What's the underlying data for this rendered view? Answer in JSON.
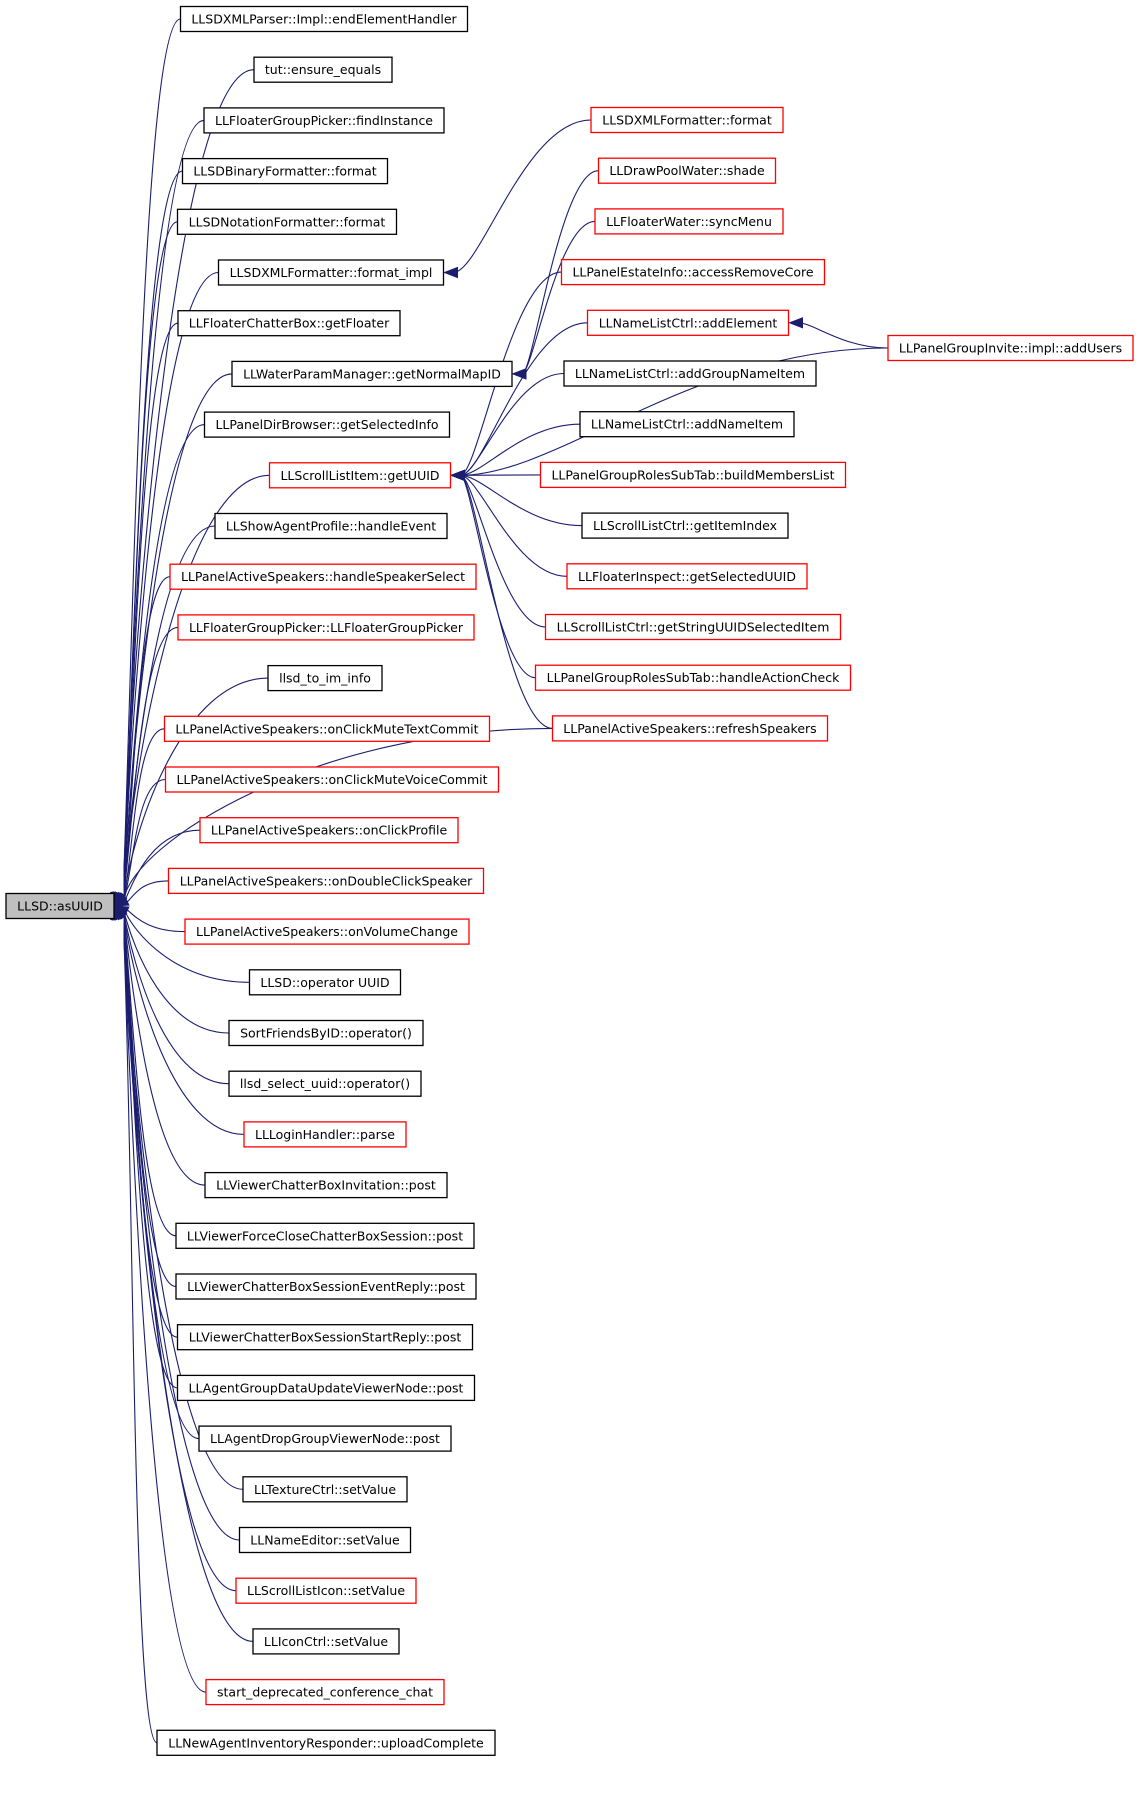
{
  "colors": {
    "edge": "#1b1e6e",
    "border_default": "#000000",
    "border_highlight": "#ff0000",
    "root_fill": "#bfbfbf",
    "node_fill": "#ffffff"
  },
  "nodes": [
    {
      "id": "root",
      "label": "LLSD::asUUID",
      "border": "black",
      "root": true
    },
    {
      "id": "n01",
      "label": "LLSDXMLParser::Impl::endElementHandler",
      "border": "black"
    },
    {
      "id": "n02",
      "label": "tut::ensure_equals",
      "border": "black"
    },
    {
      "id": "n03",
      "label": "LLFloaterGroupPicker::findInstance",
      "border": "black"
    },
    {
      "id": "n04",
      "label": "LLSDBinaryFormatter::format",
      "border": "black"
    },
    {
      "id": "n05",
      "label": "LLSDNotationFormatter::format",
      "border": "black"
    },
    {
      "id": "n06",
      "label": "LLSDXMLFormatter::format_impl",
      "border": "black"
    },
    {
      "id": "n07",
      "label": "LLFloaterChatterBox::getFloater",
      "border": "black"
    },
    {
      "id": "n08",
      "label": "LLWaterParamManager::getNormalMapID",
      "border": "black"
    },
    {
      "id": "n09",
      "label": "LLPanelDirBrowser::getSelectedInfo",
      "border": "black"
    },
    {
      "id": "n10",
      "label": "LLScrollListItem::getUUID",
      "border": "red"
    },
    {
      "id": "n11",
      "label": "LLShowAgentProfile::handleEvent",
      "border": "black"
    },
    {
      "id": "n12",
      "label": "LLPanelActiveSpeakers::handleSpeakerSelect",
      "border": "red"
    },
    {
      "id": "n13",
      "label": "LLFloaterGroupPicker::LLFloaterGroupPicker",
      "border": "red"
    },
    {
      "id": "n14",
      "label": "llsd_to_im_info",
      "border": "black"
    },
    {
      "id": "n15",
      "label": "LLPanelActiveSpeakers::onClickMuteTextCommit",
      "border": "red"
    },
    {
      "id": "n16",
      "label": "LLPanelActiveSpeakers::onClickMuteVoiceCommit",
      "border": "red"
    },
    {
      "id": "n17",
      "label": "LLPanelActiveSpeakers::onClickProfile",
      "border": "red"
    },
    {
      "id": "n18",
      "label": "LLPanelActiveSpeakers::onDoubleClickSpeaker",
      "border": "red"
    },
    {
      "id": "n19",
      "label": "LLPanelActiveSpeakers::onVolumeChange",
      "border": "red"
    },
    {
      "id": "n20",
      "label": "LLSD::operator UUID",
      "border": "black"
    },
    {
      "id": "n21",
      "label": "SortFriendsByID::operator()",
      "border": "black"
    },
    {
      "id": "n22",
      "label": "llsd_select_uuid::operator()",
      "border": "black"
    },
    {
      "id": "n23",
      "label": "LLLoginHandler::parse",
      "border": "red"
    },
    {
      "id": "n24",
      "label": "LLViewerChatterBoxInvitation::post",
      "border": "black"
    },
    {
      "id": "n25",
      "label": "LLViewerForceCloseChatterBoxSession::post",
      "border": "black"
    },
    {
      "id": "n26",
      "label": "LLViewerChatterBoxSessionEventReply::post",
      "border": "black"
    },
    {
      "id": "n27",
      "label": "LLViewerChatterBoxSessionStartReply::post",
      "border": "black"
    },
    {
      "id": "n28",
      "label": "LLAgentGroupDataUpdateViewerNode::post",
      "border": "black"
    },
    {
      "id": "n29",
      "label": "LLAgentDropGroupViewerNode::post",
      "border": "black"
    },
    {
      "id": "n30",
      "label": "LLTextureCtrl::setValue",
      "border": "black"
    },
    {
      "id": "n31",
      "label": "LLNameEditor::setValue",
      "border": "black"
    },
    {
      "id": "n32",
      "label": "LLScrollListIcon::setValue",
      "border": "red"
    },
    {
      "id": "n33",
      "label": "LLIconCtrl::setValue",
      "border": "black"
    },
    {
      "id": "n34",
      "label": "start_deprecated_conference_chat",
      "border": "red"
    },
    {
      "id": "n35",
      "label": "LLNewAgentInventoryResponder::uploadComplete",
      "border": "black"
    },
    {
      "id": "m01",
      "label": "LLSDXMLFormatter::format",
      "border": "red"
    },
    {
      "id": "m02",
      "label": "LLDrawPoolWater::shade",
      "border": "red"
    },
    {
      "id": "m03",
      "label": "LLFloaterWater::syncMenu",
      "border": "red"
    },
    {
      "id": "m04",
      "label": "LLPanelEstateInfo::accessRemoveCore",
      "border": "red"
    },
    {
      "id": "m05",
      "label": "LLNameListCtrl::addElement",
      "border": "red"
    },
    {
      "id": "m06",
      "label": "LLNameListCtrl::addGroupNameItem",
      "border": "black"
    },
    {
      "id": "m07",
      "label": "LLNameListCtrl::addNameItem",
      "border": "black"
    },
    {
      "id": "m08",
      "label": "LLPanelGroupRolesSubTab::buildMembersList",
      "border": "red"
    },
    {
      "id": "m09",
      "label": "LLScrollListCtrl::getItemIndex",
      "border": "black"
    },
    {
      "id": "m10",
      "label": "LLFloaterInspect::getSelectedUUID",
      "border": "red"
    },
    {
      "id": "m11",
      "label": "LLScrollListCtrl::getStringUUIDSelectedItem",
      "border": "red"
    },
    {
      "id": "m12",
      "label": "LLPanelGroupRolesSubTab::handleActionCheck",
      "border": "red"
    },
    {
      "id": "m13",
      "label": "LLPanelActiveSpeakers::refreshSpeakers",
      "border": "red"
    },
    {
      "id": "r01",
      "label": "LLPanelGroupInvite::impl::addUsers",
      "border": "red"
    }
  ],
  "edges": [
    {
      "from": "n01",
      "to": "root"
    },
    {
      "from": "n02",
      "to": "root"
    },
    {
      "from": "n03",
      "to": "root"
    },
    {
      "from": "n04",
      "to": "root"
    },
    {
      "from": "n05",
      "to": "root"
    },
    {
      "from": "n06",
      "to": "root"
    },
    {
      "from": "n07",
      "to": "root"
    },
    {
      "from": "n08",
      "to": "root"
    },
    {
      "from": "n09",
      "to": "root"
    },
    {
      "from": "n10",
      "to": "root"
    },
    {
      "from": "n11",
      "to": "root"
    },
    {
      "from": "n12",
      "to": "root"
    },
    {
      "from": "n13",
      "to": "root"
    },
    {
      "from": "n14",
      "to": "root"
    },
    {
      "from": "n15",
      "to": "root"
    },
    {
      "from": "n16",
      "to": "root"
    },
    {
      "from": "n17",
      "to": "root"
    },
    {
      "from": "n18",
      "to": "root"
    },
    {
      "from": "n19",
      "to": "root"
    },
    {
      "from": "n20",
      "to": "root"
    },
    {
      "from": "n21",
      "to": "root"
    },
    {
      "from": "n22",
      "to": "root"
    },
    {
      "from": "n23",
      "to": "root"
    },
    {
      "from": "n24",
      "to": "root"
    },
    {
      "from": "n25",
      "to": "root"
    },
    {
      "from": "n26",
      "to": "root"
    },
    {
      "from": "n27",
      "to": "root"
    },
    {
      "from": "n28",
      "to": "root"
    },
    {
      "from": "n29",
      "to": "root"
    },
    {
      "from": "n30",
      "to": "root"
    },
    {
      "from": "n31",
      "to": "root"
    },
    {
      "from": "n32",
      "to": "root"
    },
    {
      "from": "n33",
      "to": "root"
    },
    {
      "from": "n34",
      "to": "root"
    },
    {
      "from": "n35",
      "to": "root"
    },
    {
      "from": "m13",
      "to": "root"
    },
    {
      "from": "m01",
      "to": "n06"
    },
    {
      "from": "m02",
      "to": "n08"
    },
    {
      "from": "m03",
      "to": "n08"
    },
    {
      "from": "m04",
      "to": "n10"
    },
    {
      "from": "m05",
      "to": "n10"
    },
    {
      "from": "m06",
      "to": "n10"
    },
    {
      "from": "m07",
      "to": "n10"
    },
    {
      "from": "m08",
      "to": "n10"
    },
    {
      "from": "m09",
      "to": "n10"
    },
    {
      "from": "m10",
      "to": "n10"
    },
    {
      "from": "m11",
      "to": "n10"
    },
    {
      "from": "m12",
      "to": "n10"
    },
    {
      "from": "m13",
      "to": "n10"
    },
    {
      "from": "r01",
      "to": "n10"
    },
    {
      "from": "r01",
      "to": "m05"
    }
  ]
}
